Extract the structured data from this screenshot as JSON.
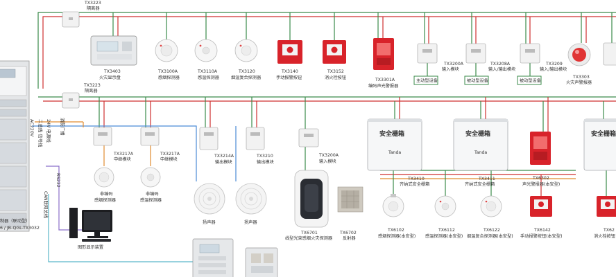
{
  "panel": {
    "label_line1": "制器（联动型）",
    "label_line2": "6 / JB-QGL-TX3032"
  },
  "cables": {
    "ac220v": "AC220V",
    "bus": "二总线 信号线",
    "dc24v": "24V 电源线",
    "broadcast": "消防广播",
    "rs232": "RS232",
    "can": "CAN联网总线"
  },
  "isolator_top": {
    "model": "TX3223",
    "name": "隔离器"
  },
  "isolator_mid": {
    "model": "TX3223",
    "name": "隔离器"
  },
  "top_devices": [
    {
      "model": "TX3403",
      "name": "火灾显示盘"
    },
    {
      "model": "TX3100A",
      "name": "感烟探测器"
    },
    {
      "model": "TX3110A",
      "name": "感温探测器"
    },
    {
      "model": "TX3120",
      "name": "烟温复合探测器"
    },
    {
      "model": "TX3140",
      "name": "手动报警按钮"
    },
    {
      "model": "TX3152",
      "name": "消火栓按钮"
    },
    {
      "model": "TX3301A",
      "name": "编码声光警报器"
    },
    {
      "model": "TX3200A",
      "name": "输入模块"
    },
    {
      "model": "TX3208A",
      "name": "输入/输出模块"
    },
    {
      "model": "TX3209",
      "name": "输入/输出模块"
    },
    {
      "model": "TX3303",
      "name": "火灾声警报器"
    }
  ],
  "equip_boxes": [
    "主动型设备",
    "被动型设备",
    "被动型设备"
  ],
  "modules": [
    {
      "model": "TX3217A",
      "name": "中继模块"
    },
    {
      "model": "TX3217A",
      "name": "中继模块"
    },
    {
      "model": "TX3214A",
      "name": "输出模块"
    },
    {
      "model": "TX3210",
      "name": "输出模块"
    },
    {
      "model": "TX3200A",
      "name": "输入模块"
    }
  ],
  "lower_devices": [
    {
      "line1": "非编码",
      "line2": "感烟探测器"
    },
    {
      "line1": "非编码",
      "line2": "感温探测器"
    },
    {
      "line1": "扬声器",
      "line2": ""
    },
    {
      "line1": "扬声器",
      "line2": ""
    }
  ],
  "beam": {
    "model": "TX6701",
    "name": "线型光束感烟火灾探测器"
  },
  "reflector": {
    "model": "TX6702",
    "name": "反射器"
  },
  "safety_boxes": [
    {
      "title": "安全栅箱",
      "brand": "Tanda",
      "model": "TX3410",
      "name": "齐纳式安全栅箱"
    },
    {
      "title": "安全栅箱",
      "brand": "Tanda",
      "model": "TX3411",
      "name": "齐纳式安全栅箱"
    },
    {
      "title": "安全栅箱",
      "brand": "",
      "model": "",
      "name": ""
    }
  ],
  "hazard_devices": [
    {
      "model": "TX6102",
      "name": "感烟探测器(本安型)"
    },
    {
      "model": "TX6112",
      "name": "感温探测器(本安型)"
    },
    {
      "model": "TX6122",
      "name": "烟温复合探测器(本安型)"
    },
    {
      "model": "TX6142",
      "name": "手动报警按钮(本安型)"
    },
    {
      "model": "TX62",
      "name": "消火栓按钮"
    }
  ],
  "hazard_alarm": {
    "model": "TX6302",
    "name": "声光警报器(本安型)"
  },
  "graphics": {
    "name": "图形显示装置"
  }
}
